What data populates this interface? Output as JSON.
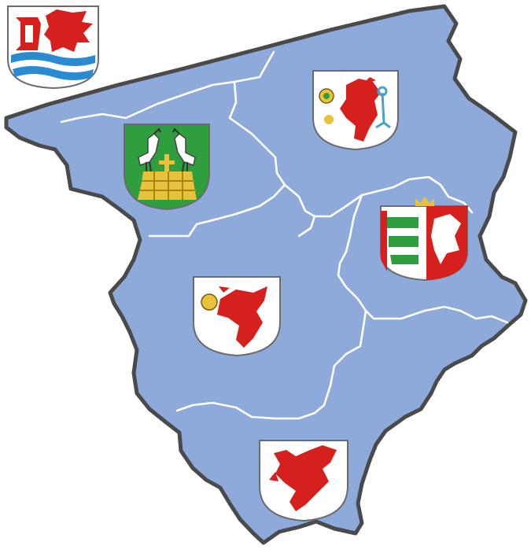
{
  "colors": {
    "land": "#8eaadb",
    "outline": "#4a4a4a",
    "district_border": "#ffffff",
    "griffin_red": "#d6201e",
    "stork_shield_green": "#2e9e3e",
    "gold": "#e8c23a",
    "key_blue": "#4aa3c7"
  },
  "coats_of_arms": [
    {
      "id": "county",
      "icon": "coat-of-arms-red-griffin-over-blue-waves"
    },
    {
      "id": "north-west",
      "icon": "coat-of-arms-storks-on-gold-wall"
    },
    {
      "id": "north-east",
      "icon": "coat-of-arms-griffin-with-key"
    },
    {
      "id": "east",
      "icon": "coat-of-arms-split-fish-and-eagle"
    },
    {
      "id": "center",
      "icon": "coat-of-arms-red-griffin"
    },
    {
      "id": "south",
      "icon": "coat-of-arms-red-griffin-south"
    }
  ]
}
